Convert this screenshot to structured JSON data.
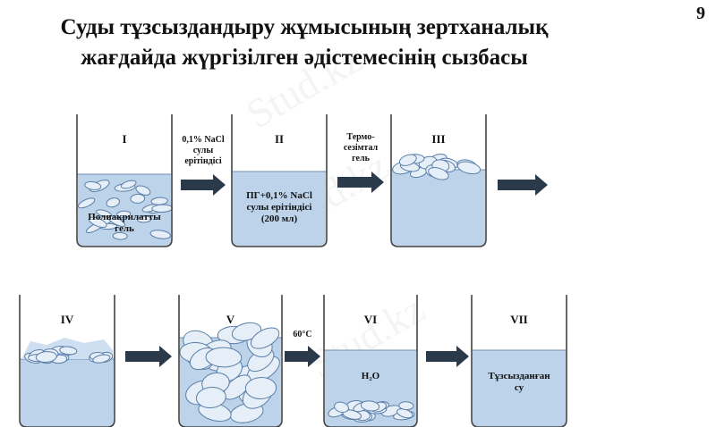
{
  "page": {
    "number": "9"
  },
  "title": {
    "line1": "Суды тұзсыздандыру жұмысының зертханалық",
    "line2": "жағдайда жүргізілген әдістемесінің сызбасы"
  },
  "beakers": [
    {
      "id": "I",
      "label": "I",
      "inner_text": [
        "Полиакрилатты",
        "гель"
      ]
    },
    {
      "id": "II",
      "label": "II",
      "inner_text": [
        "ПГ+0,1% NaCl",
        "сулы ерітіндісі",
        "(200 мл)"
      ]
    },
    {
      "id": "III",
      "label": "III",
      "inner_text": []
    },
    {
      "id": "IV",
      "label": "IV",
      "inner_text": []
    },
    {
      "id": "V",
      "label": "V",
      "inner_text": []
    },
    {
      "id": "VI",
      "label": "VI",
      "inner_text": [
        "H₂O"
      ]
    },
    {
      "id": "VII",
      "label": "VII",
      "inner_text": [
        "Тұзсызданған",
        "су"
      ]
    }
  ],
  "arrows": [
    {
      "id": "a1",
      "text": [
        "0,1% NaCl",
        "сулы",
        "ерітіндісі"
      ]
    },
    {
      "id": "a2",
      "text": [
        "Термо-",
        "сезімтал",
        "гель"
      ]
    },
    {
      "id": "a3",
      "text": []
    },
    {
      "id": "a4",
      "text": []
    },
    {
      "id": "a5",
      "text": [
        "60°C"
      ]
    },
    {
      "id": "a6",
      "text": []
    }
  ],
  "watermark": {
    "text": "Stud.kz"
  },
  "colors": {
    "water": "#bcd3ea",
    "pellet": "#e6eef8",
    "pellet_stroke": "#5a7fa8",
    "arrow": "#2b3a4a",
    "beaker_stroke": "#444444"
  }
}
